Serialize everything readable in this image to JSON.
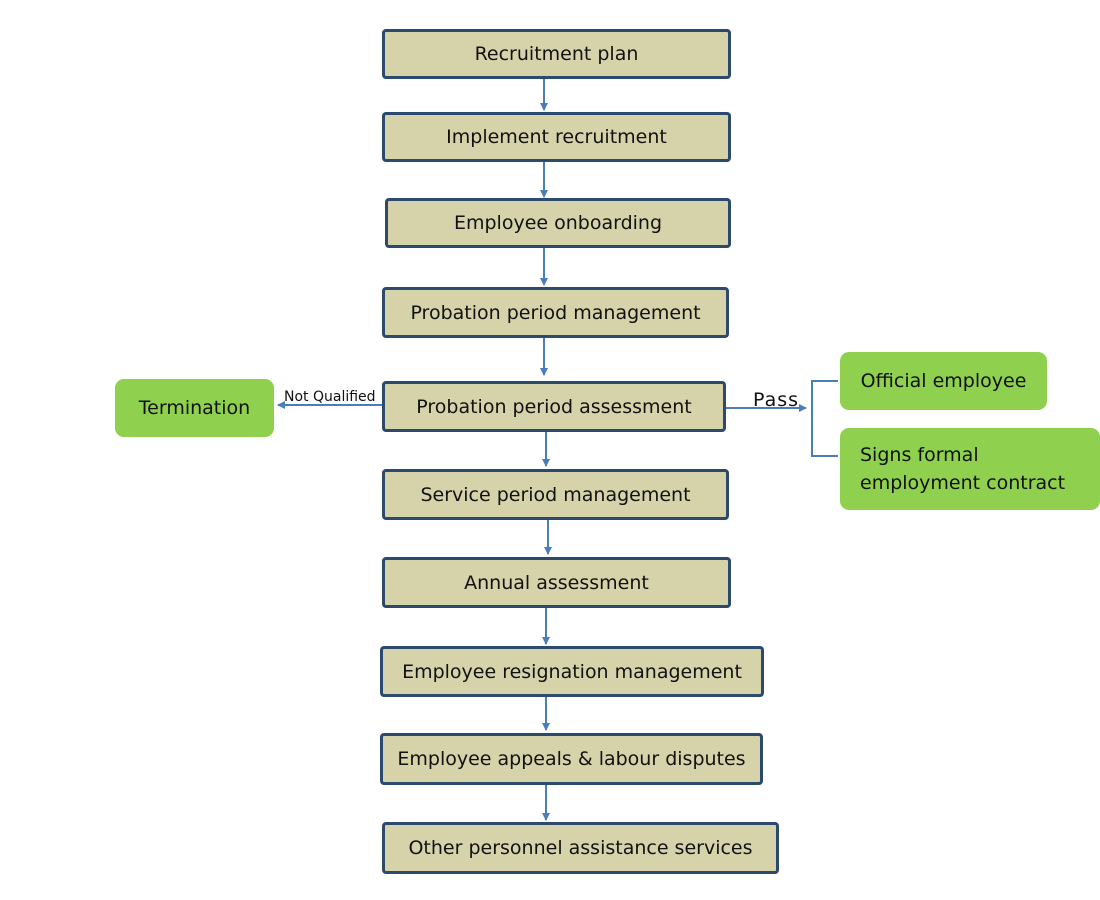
{
  "flow": {
    "steps": [
      "Recruitment plan",
      "Implement recruitment",
      "Employee onboarding",
      "Probation period management",
      "Probation period assessment",
      "Service period management",
      "Annual assessment",
      "Employee resignation management",
      "Employee appeals & labour disputes",
      "Other personnel assistance services"
    ]
  },
  "branches": {
    "fail_label": "Not Qualified",
    "fail_outcome": "Termination",
    "pass_label": "Pass",
    "pass_outcome_1": "Official employee",
    "pass_outcome_2_line1": "Signs formal",
    "pass_outcome_2_line2": "employment contract"
  },
  "colors": {
    "step_fill": "#d6d3aa",
    "step_border": "#2b4a6e",
    "outcome_fill": "#8fd14f",
    "connector": "#4a7ebb"
  }
}
